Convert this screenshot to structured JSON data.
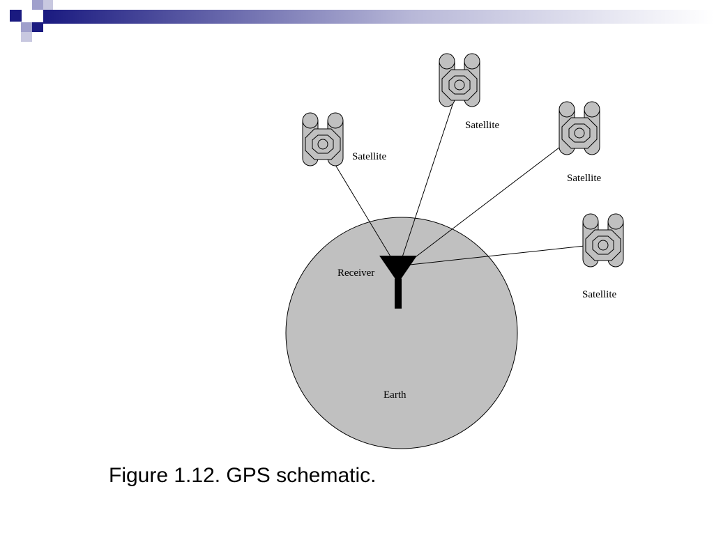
{
  "slide": {
    "caption": "Figure 1.12. GPS schematic."
  },
  "diagram": {
    "earth_label": "Earth",
    "receiver_label": "Receiver",
    "satellites": [
      {
        "label": "Satellite"
      },
      {
        "label": "Satellite"
      },
      {
        "label": "Satellite"
      },
      {
        "label": "Satellite"
      }
    ]
  },
  "colors": {
    "accent_navy": "#1a1a80",
    "accent_light": "#9999cc",
    "earth_fill": "#c0c0c0",
    "satellite_fill": "#c0c0c0",
    "line": "#000000"
  },
  "icons": {
    "satellite": "satellite-icon",
    "receiver": "antenna-icon"
  }
}
